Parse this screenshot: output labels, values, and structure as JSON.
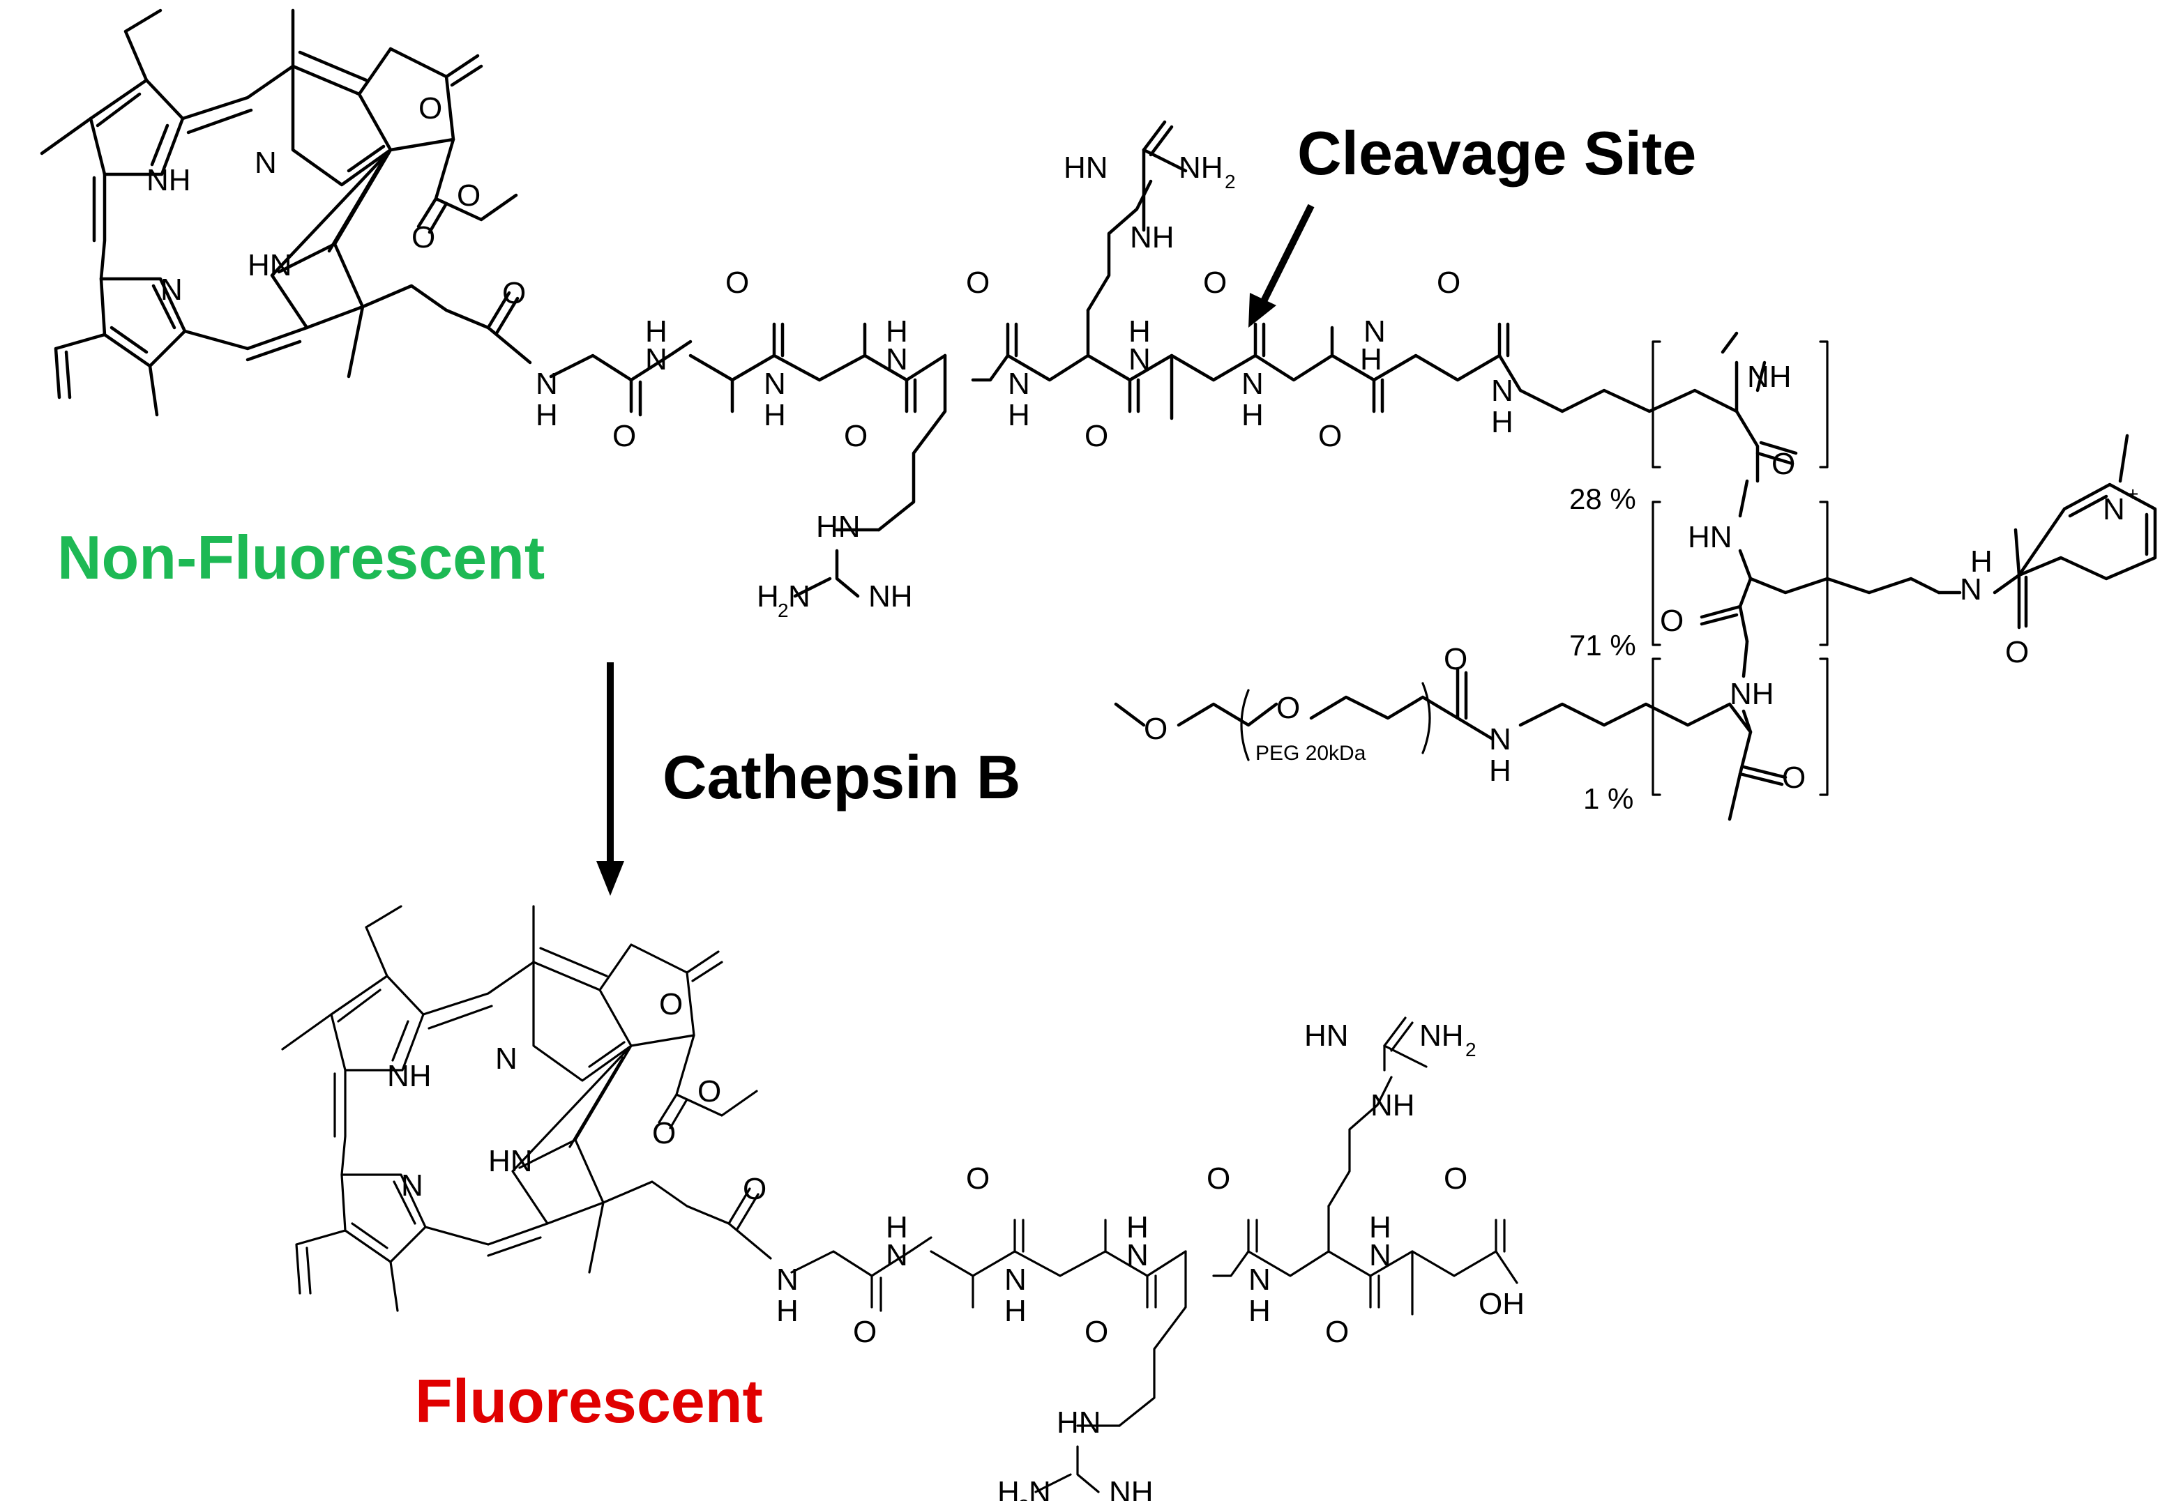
{
  "labels": {
    "cleavage_site": "Cleavage Site",
    "non_fluorescent": "Non-Fluorescent",
    "enzyme": "Cathepsin B",
    "fluorescent": "Fluorescent",
    "peg": "PEG 20kDa"
  },
  "percentages": {
    "p1": "28 %",
    "p2": "71 %",
    "p3": "1 %"
  },
  "atoms": {
    "O": "O",
    "N": "N",
    "NH": "NH",
    "HN": "HN",
    "H": "H",
    "NH2_main": "NH",
    "H2N_main": "H",
    "plus": "+",
    "two": "2",
    "OH": "OH"
  },
  "colors": {
    "non_fluorescent": "#1db954",
    "fluorescent": "#e00000",
    "text": "#000000"
  }
}
